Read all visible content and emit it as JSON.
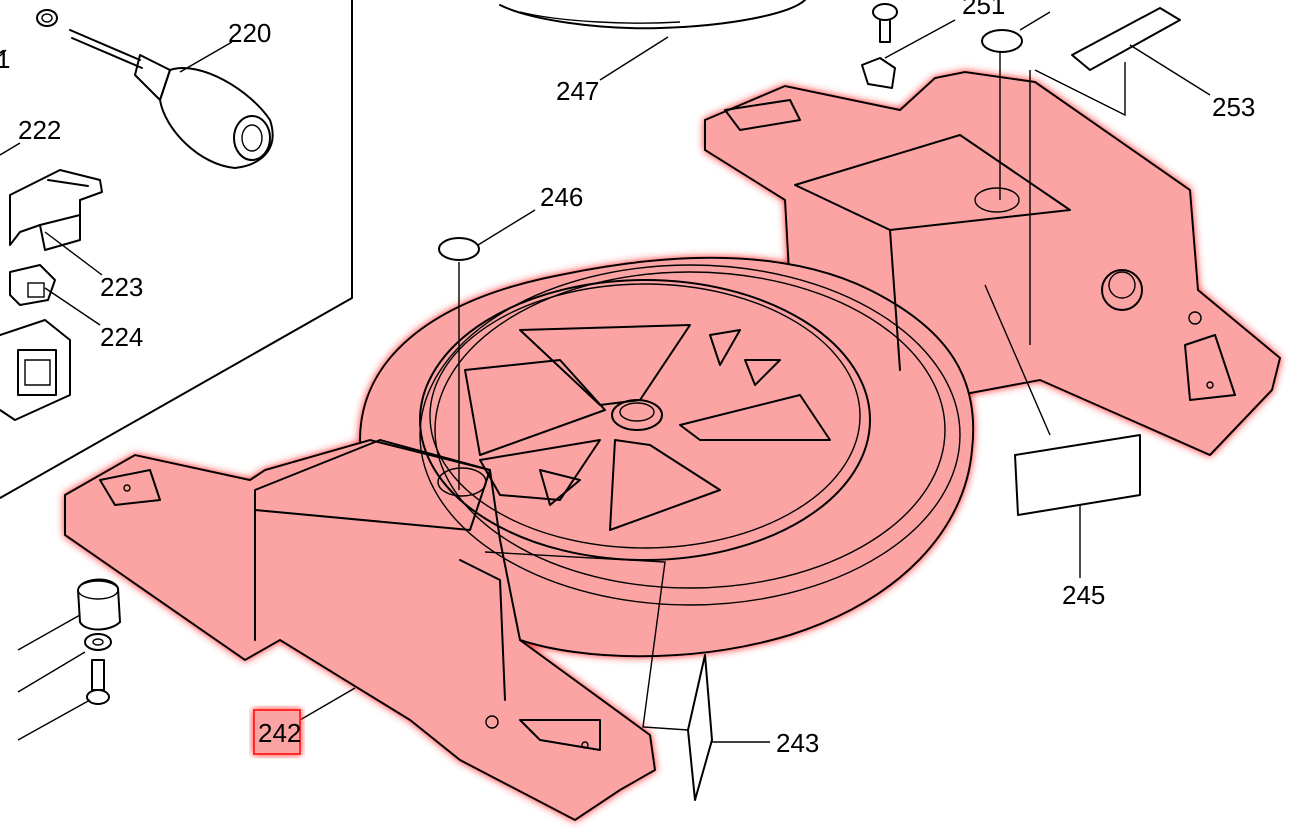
{
  "colors": {
    "highlight_fill": "#fca3a3",
    "highlight_glow": "#ff2a2a",
    "line": "#000000",
    "background": "#ffffff"
  },
  "callouts": {
    "c220": "220",
    "c222": "222",
    "c223": "223",
    "c224": "224",
    "c247": "247",
    "c251": "251",
    "c253": "253",
    "c246": "246",
    "c245": "245",
    "c243": "243",
    "c242": "242",
    "c221": "1"
  },
  "highlighted_part": "242"
}
